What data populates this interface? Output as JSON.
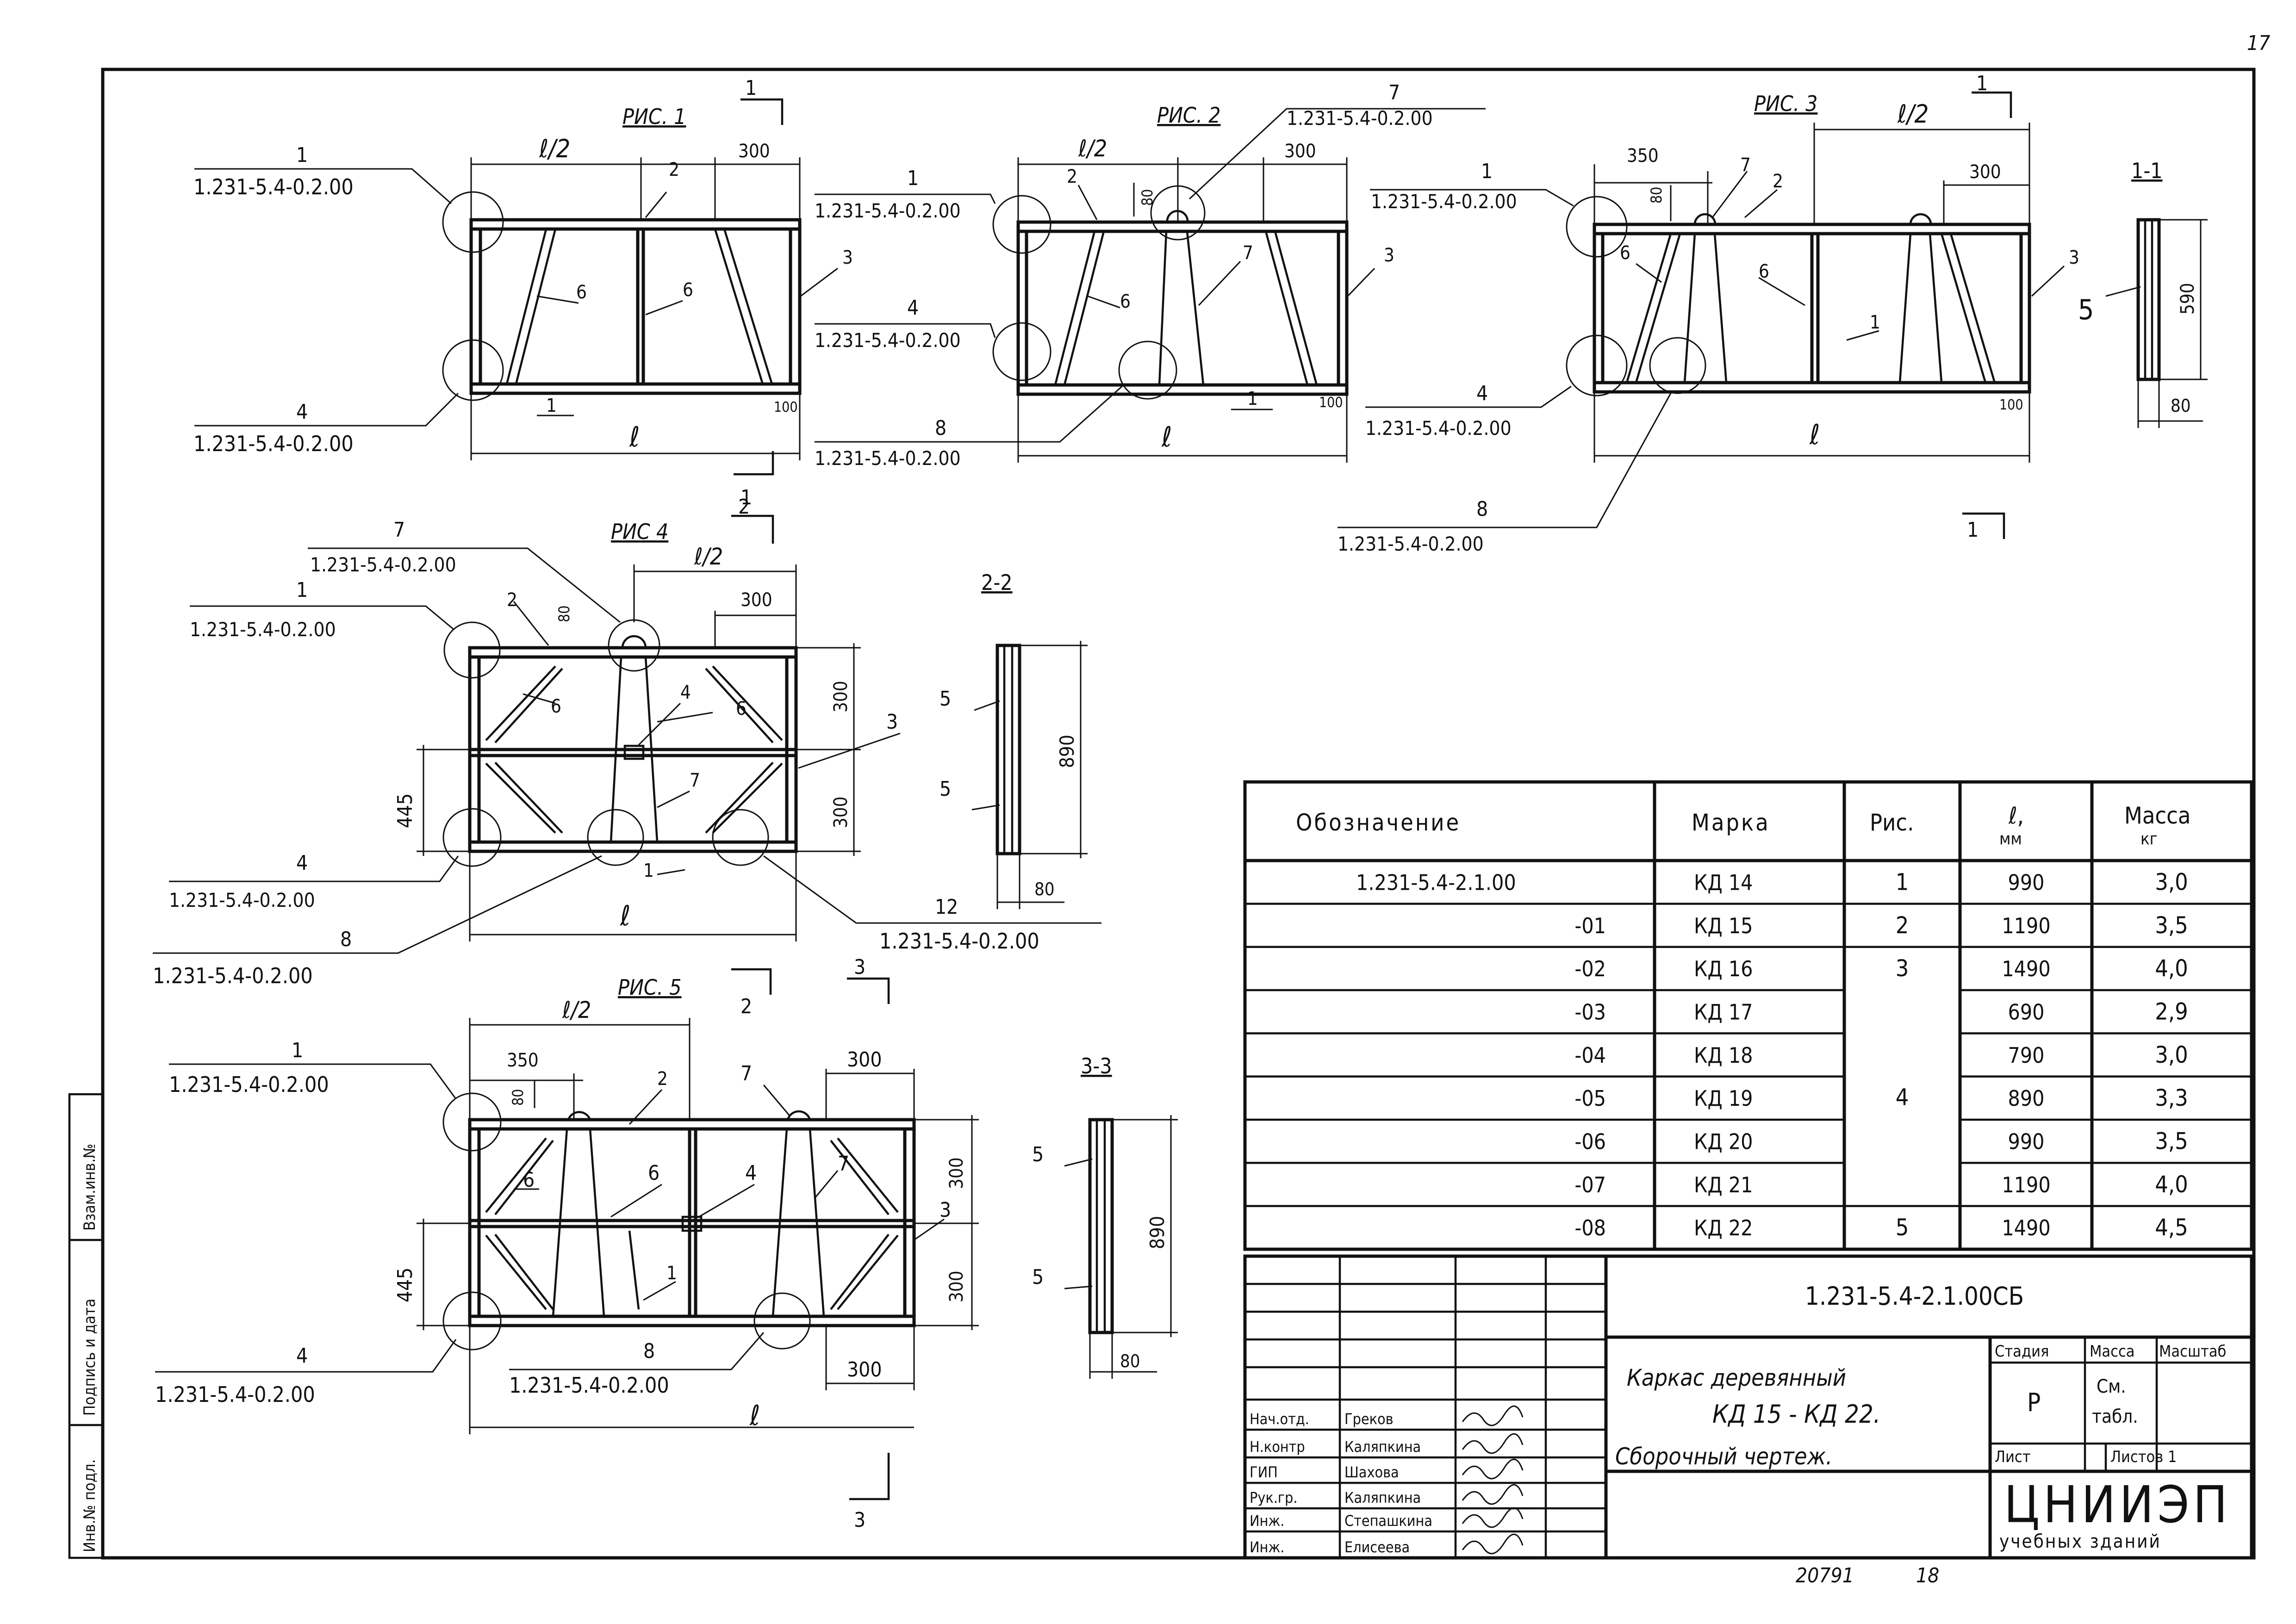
{
  "page": {
    "page_number": "17",
    "bottom_number": "20791",
    "bottom_sheet": "18"
  },
  "refs": {
    "drawing_ref": "1.231-5.4-0.2.00",
    "spec_ref": "1.231-5.4-2.1.00"
  },
  "figures": {
    "fig1": "РИС. 1",
    "fig2": "РИС. 2",
    "fig3": "РИС. 3",
    "fig4": "РИС 4",
    "fig5": "РИС. 5"
  },
  "sections": {
    "s11": "1-1",
    "s22": "2-2",
    "s33": "3-3"
  },
  "labels": {
    "half_l": "ℓ/2",
    "l": "ℓ",
    "d300": "300",
    "d350": "350",
    "d100": "100",
    "d80": "80",
    "d445": "445",
    "d590": "590",
    "d890": "890",
    "n1": "1",
    "n2": "2",
    "n3": "3",
    "n4": "4",
    "n5": "5",
    "n6": "6",
    "n7": "7",
    "n8": "8",
    "n12": "12",
    "cut1": "1",
    "cut2": "2",
    "cut3": "3"
  },
  "table": {
    "headers": [
      "Обозначение",
      "Марка",
      "Рис.",
      "ℓ, мм",
      "Масса кг"
    ],
    "rows": [
      {
        "designation": "1.231-5.4-2.1.00",
        "mark": "КД 14",
        "fig": "1",
        "length": "990",
        "mass": "3,0"
      },
      {
        "designation": "-01",
        "mark": "КД 15",
        "fig": "2",
        "length": "1190",
        "mass": "3,5"
      },
      {
        "designation": "-02",
        "mark": "КД 16",
        "fig": "3",
        "length": "1490",
        "mass": "4,0"
      },
      {
        "designation": "-03",
        "mark": "КД 17",
        "fig": "",
        "length": "690",
        "mass": "2,9"
      },
      {
        "designation": "-04",
        "mark": "КД 18",
        "fig": "",
        "length": "790",
        "mass": "3,0"
      },
      {
        "designation": "-05",
        "mark": "КД 19",
        "fig": "4",
        "length": "890",
        "mass": "3,3"
      },
      {
        "designation": "-06",
        "mark": "КД 20",
        "fig": "",
        "length": "990",
        "mass": "3,5"
      },
      {
        "designation": "-07",
        "mark": "КД 21",
        "fig": "",
        "length": "1190",
        "mass": "4,0"
      },
      {
        "designation": "-08",
        "mark": "КД 22",
        "fig": "5",
        "length": "1490",
        "mass": "4,5"
      }
    ]
  },
  "title_block": {
    "code": "1.231-5.4-2.1.00СБ",
    "title_line1": "Каркас деревянный",
    "title_line2": "КД 15 - КД 22.",
    "title_line3": "Сборочный чертеж.",
    "stage_header": "Стадия",
    "mass_header": "Масса",
    "scale_header": "Масштаб",
    "stage": "Р",
    "mass_line1": "См.",
    "mass_line2": "табл.",
    "sheet": "Лист",
    "sheets": "Листов 1",
    "org_name": "ЦНИИЭП",
    "org_sub": "учебных зданий",
    "people": [
      {
        "role": "Нач.отд.",
        "name": "Греков"
      },
      {
        "role": "Н.контр",
        "name": "Каляпкина"
      },
      {
        "role": "ГИП",
        "name": "Шахова"
      },
      {
        "role": "Рук.гр.",
        "name": "Каляпкина"
      },
      {
        "role": "Инж.",
        "name": "Степашкина"
      },
      {
        "role": "Инж.",
        "name": "Елисеева"
      }
    ]
  },
  "side_stamp": {
    "inv_orig": "Инв.№ подл.",
    "sign_date": "Подпись и дата",
    "inv_repl": "Взам.инв.№"
  }
}
